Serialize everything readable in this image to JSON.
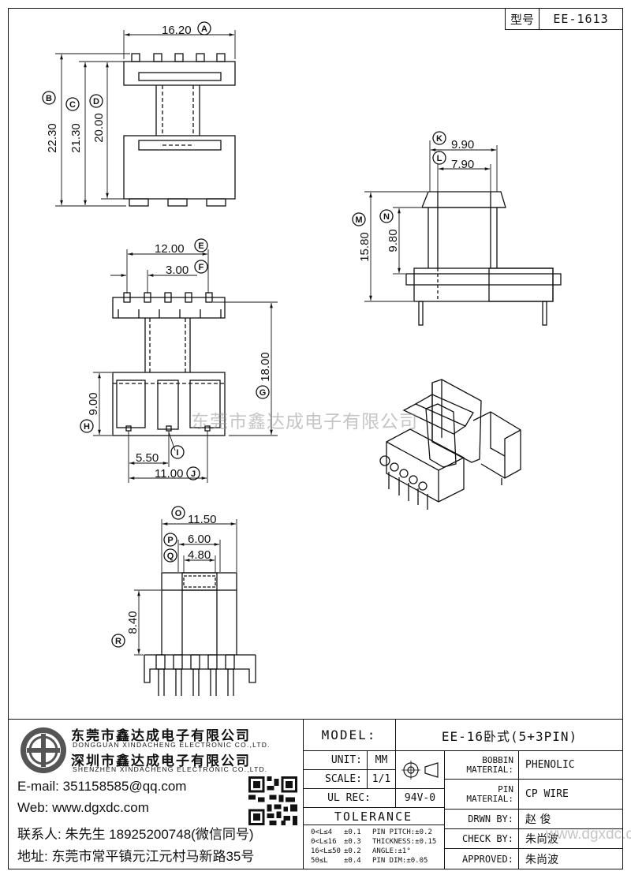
{
  "title_block": {
    "label": "型号",
    "value": "EE-1613"
  },
  "top_view": {
    "width": "16.20",
    "width_tag": "A",
    "h1": "22.30",
    "h1_tag": "B",
    "h2": "21.30",
    "h2_tag": "C",
    "h3": "20.00",
    "h3_tag": "D"
  },
  "front_view": {
    "e": "12.00",
    "e_tag": "E",
    "f": "3.00",
    "f_tag": "F",
    "g": "18.00",
    "g_tag": "G",
    "h": "9.00",
    "h_tag": "H",
    "i": "5.50",
    "i_tag": "I",
    "j": "11.00",
    "j_tag": "J"
  },
  "side_view": {
    "k": "9.90",
    "k_tag": "K",
    "l": "7.90",
    "l_tag": "L",
    "m": "15.80",
    "m_tag": "M",
    "n": "9.80",
    "n_tag": "N"
  },
  "end_view": {
    "o": "11.50",
    "o_tag": "O",
    "p": "6.00",
    "p_tag": "P",
    "q": "4.80",
    "q_tag": "Q",
    "r": "8.40",
    "r_tag": "R"
  },
  "watermark": "东莞市鑫达成电子有限公司",
  "watermark_web": "www.dgxdc.com",
  "company": {
    "name_dg": "东莞市鑫达成电子有限公司",
    "name_dg_en": "DONGGUAN XINDACHENG ELECTRONIC CO.,LTD.",
    "name_sz": "深圳市鑫达成电子有限公司",
    "name_sz_en": "SHENZHEN XINDACHENG ELECTRONIC CO.,LTD.",
    "email": "E-mail: 351158585@qq.com",
    "web": "Web: www.dgxdc.com",
    "contact": "联系人: 朱先生 18925200748(微信同号)",
    "address": "地址: 东莞市常平镇元江元村马新路35号"
  },
  "table": {
    "model_label": "MODEL:",
    "model_value": "EE-16卧式(5+3PIN)",
    "unit_label": "UNIT:",
    "unit_value": "MM",
    "scale_label": "SCALE:",
    "scale_value": "1/1",
    "ulrec_label": "UL REC:",
    "ulrec_value": "94V-0",
    "tolerance_label": "TOLERANCE",
    "bobbin_label_1": "BOBBIN",
    "bobbin_label_2": "MATERIAL:",
    "bobbin_value": "PHENOLIC",
    "pin_label_1": "PIN",
    "pin_label_2": "MATERIAL:",
    "pin_value": "CP WIRE",
    "drwn_label": "DRWN BY:",
    "drwn_value": "赵 俊",
    "check_label": "CHECK BY:",
    "check_value": "朱尚波",
    "approved_label": "APPROVED:",
    "approved_value": "朱尚波",
    "tol_rows": [
      {
        "range": "0<L≤4",
        "tol": "±0.1",
        "item": "PIN PITCH:±0.2"
      },
      {
        "range": "0<L≤16",
        "tol": "±0.3",
        "item": "THICKNESS:±0.15"
      },
      {
        "range": "16<L≤50",
        "tol": "±0.2",
        "item": "ANGLE:±1°"
      },
      {
        "range": "50≤L",
        "tol": "±0.4",
        "item": "PIN DIM:±0.05"
      }
    ]
  }
}
